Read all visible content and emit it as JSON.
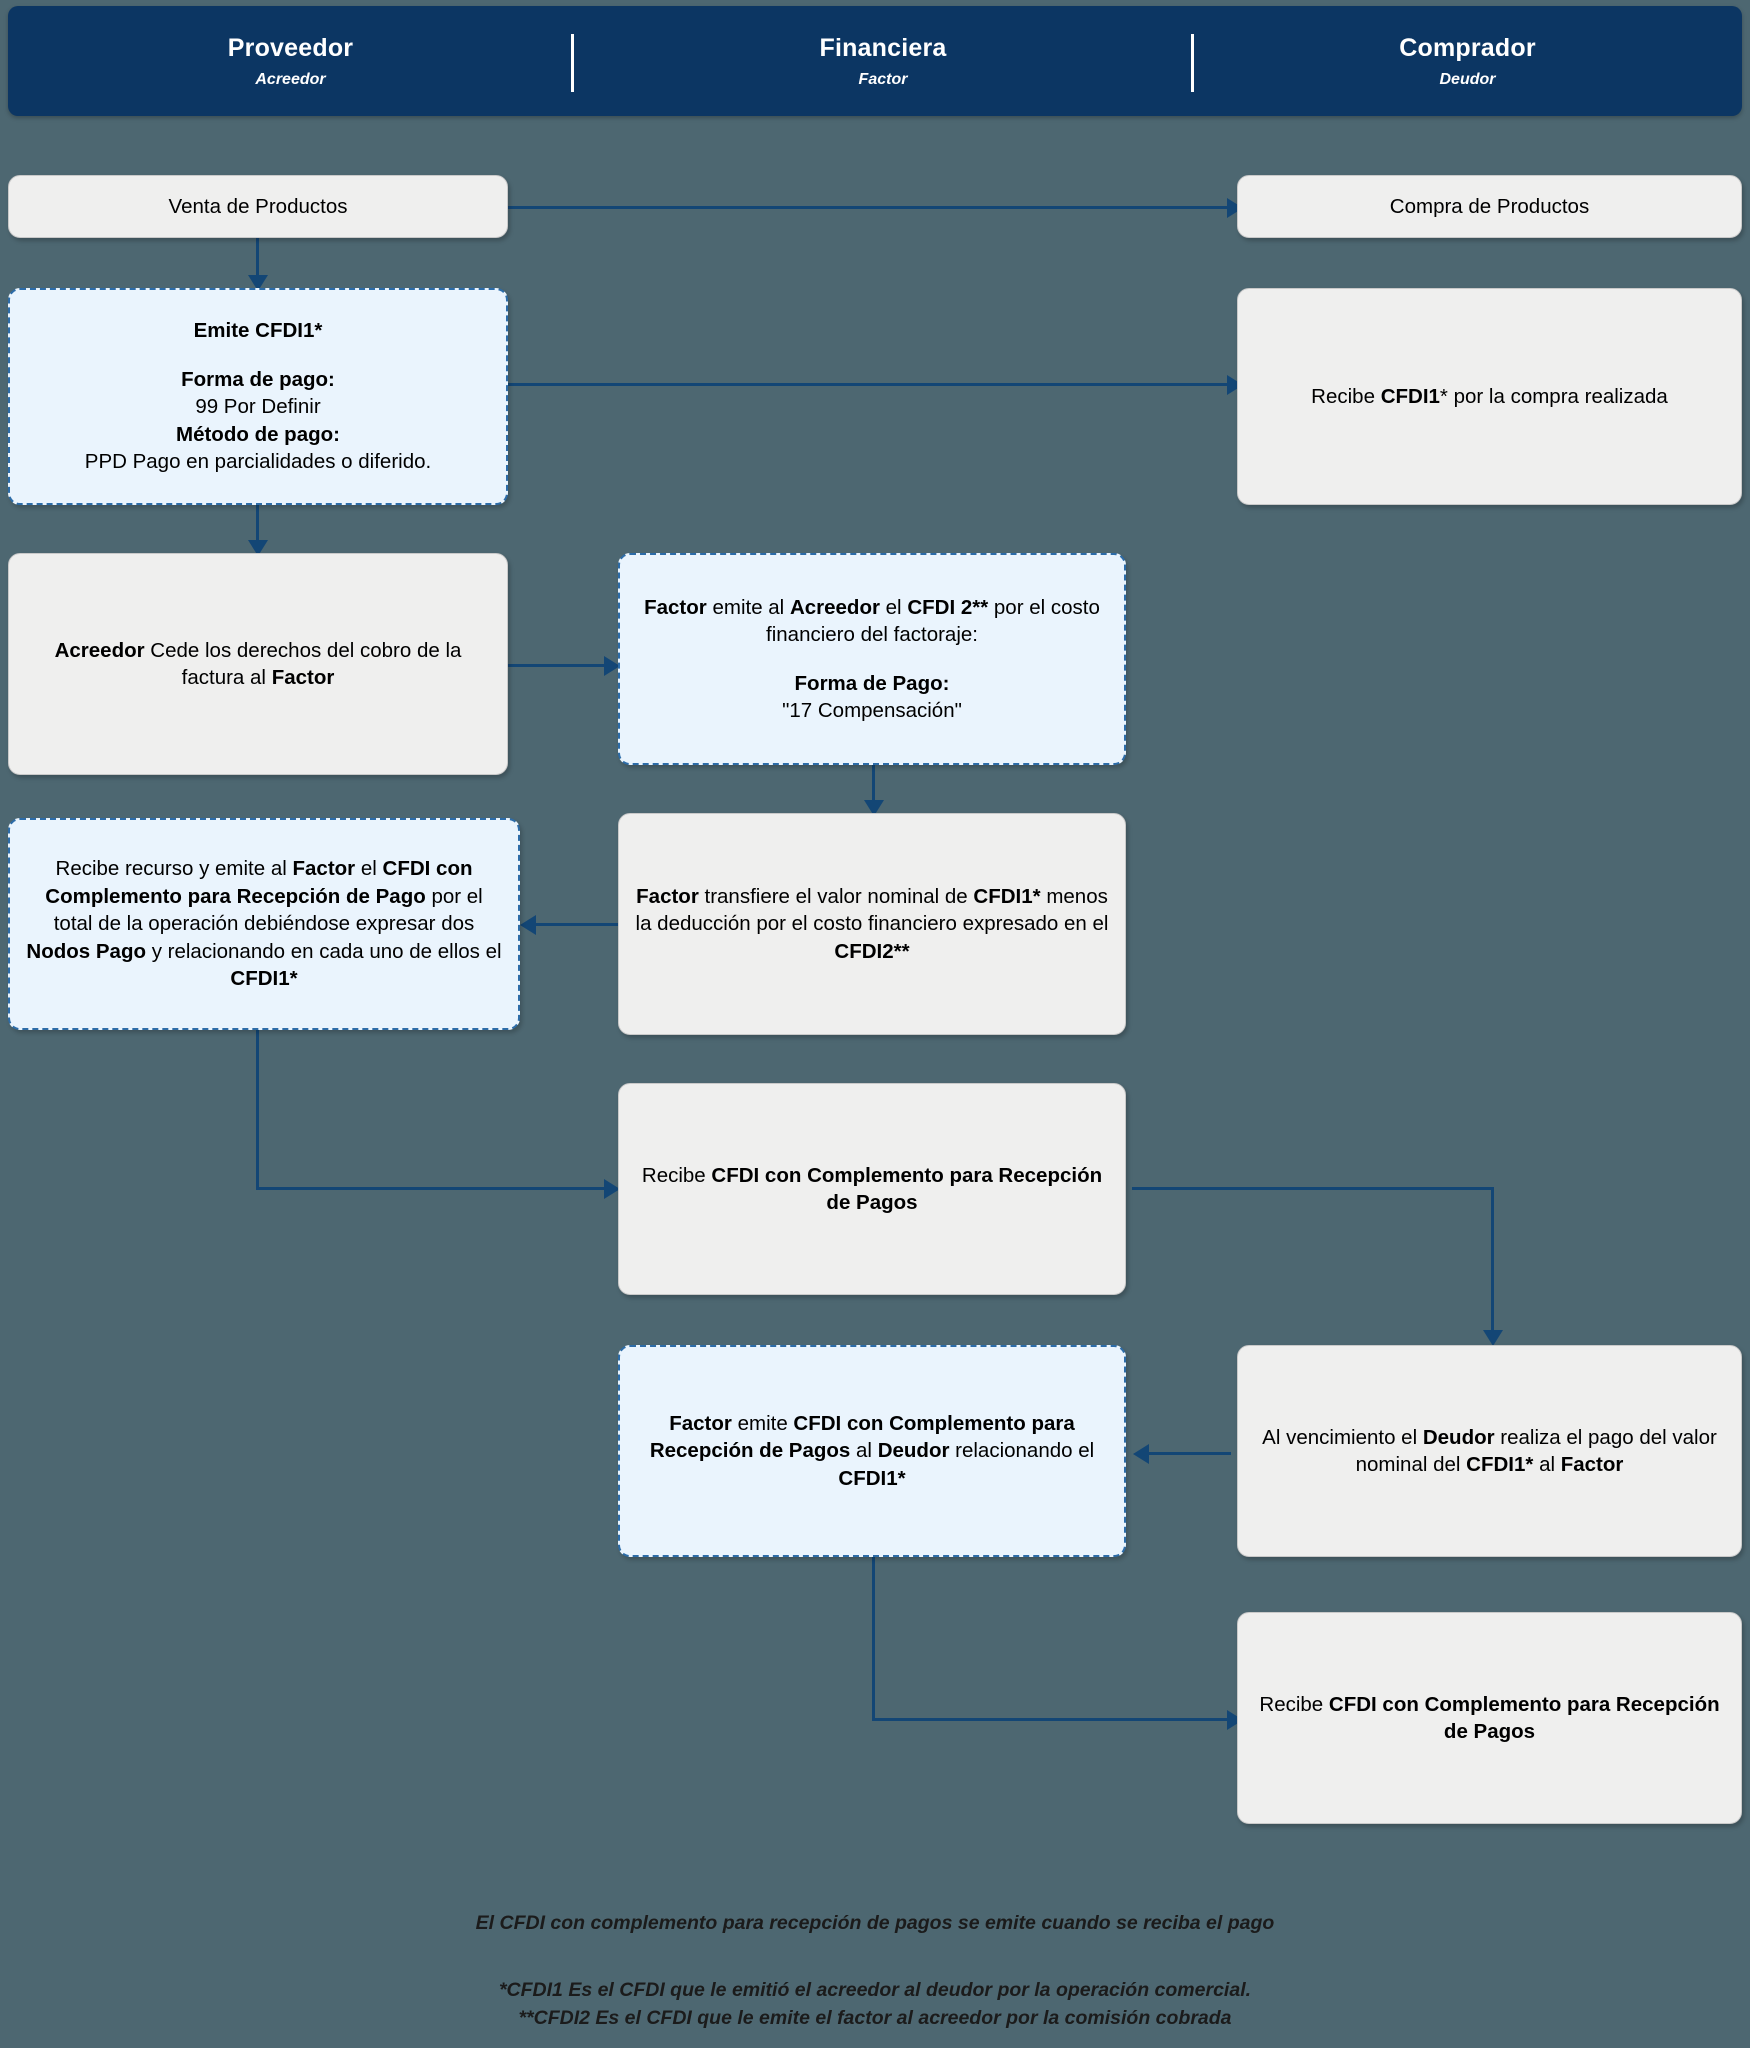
{
  "header": {
    "columns": [
      {
        "role": "Proveedor",
        "sub": "Acreedor"
      },
      {
        "role": "Financiera",
        "sub": "Factor"
      },
      {
        "role": "Comprador",
        "sub": "Deudor"
      }
    ]
  },
  "nodes": {
    "venta_productos": {
      "text": "Venta de Productos"
    },
    "compra_productos": {
      "text": "Compra de Productos"
    },
    "emite_cfdi1": {
      "title": "Emite CFDI1*",
      "forma_label": "Forma de pago:",
      "forma_value": "99 Por Definir",
      "metodo_label": "Método de pago:",
      "metodo_value": "PPD Pago en parcialidades o diferido."
    },
    "recibe_cfdi1": {
      "part1": "Recibe ",
      "strong1": "CFDI1",
      "part2": "* por la compra realizada"
    },
    "acreedor_cede": {
      "strong1": "Acreedor",
      "part1": " Cede los derechos del cobro de la factura al ",
      "strong2": "Factor"
    },
    "factor_emite_cfdi2": {
      "strong1": "Factor",
      "part1": " emite al ",
      "strong2": "Acreedor",
      "part2": " el ",
      "strong3": "CFDI 2**",
      "part3": " por el costo financiero del factoraje:",
      "forma_label": "Forma de Pago:",
      "forma_value": "\"17 Compensación\""
    },
    "recibe_recurso": {
      "part1": "Recibe recurso y emite al ",
      "strong1": "Factor",
      "part2": " el ",
      "strong2": "CFDI con Complemento para Recepción de Pago",
      "part3": " por el total de la operación debiéndose expresar dos ",
      "strong3": "Nodos Pago",
      "part4": " y relacionando en cada uno de ellos el ",
      "strong4": "CFDI1*"
    },
    "factor_transfiere": {
      "strong1": "Factor",
      "part1": " transfiere el valor nominal de ",
      "strong2": "CFDI1*",
      "part2": " menos la deducción por el costo financiero expresado en el ",
      "strong3": "CFDI2**"
    },
    "recibe_cfdi_complemento_factor": {
      "part1": "Recibe ",
      "strong1": "CFDI con Complemento para Recepción de Pagos"
    },
    "factor_emite_complemento": {
      "strong1": "Factor",
      "part1": " emite ",
      "strong2": "CFDI con Complemento para Recepción de Pagos",
      "part2": " al ",
      "strong3": "Deudor",
      "part3": " relacionando el ",
      "strong4": "CFDI1*"
    },
    "al_vencimiento": {
      "part1": "Al vencimiento el ",
      "strong1": "Deudor",
      "part2": " realiza el pago del valor nominal del ",
      "strong2": "CFDI1*",
      "part3": " al ",
      "strong3": "Factor"
    },
    "recibe_cfdi_complemento_deudor": {
      "part1": "Recibe ",
      "strong1": "CFDI con Complemento para Recepción de Pagos"
    }
  },
  "notes": {
    "line1": "El CFDI con complemento para recepción de pagos se emite cuando se reciba el pago",
    "line2": "*CFDI1 Es el CFDI que le emitió el acreedor al deudor por la operación comercial.",
    "line3": "**CFDI2 Es el CFDI que le emite el factor al acreedor por la comisión cobrada"
  },
  "colors": {
    "background": "#4d6771",
    "header_band": "#0c3663",
    "connector": "#134675",
    "solid_node": "#efefee",
    "dashed_node": "#eaf4fd",
    "dashed_border": "#2d6ca8"
  }
}
